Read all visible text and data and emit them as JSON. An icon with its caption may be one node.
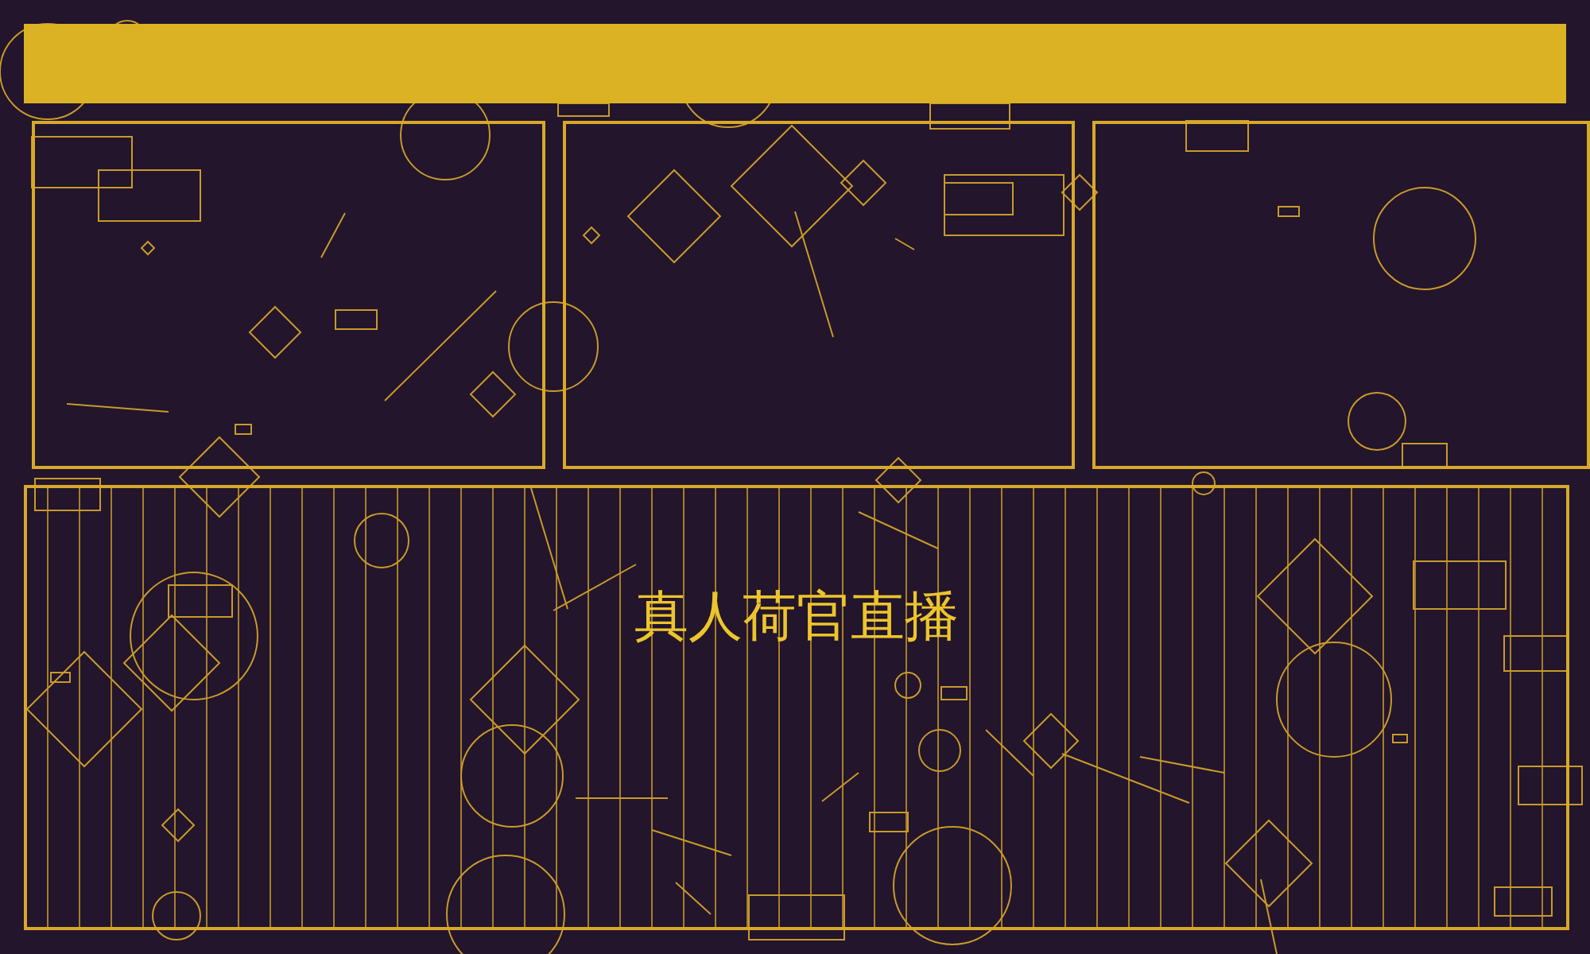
{
  "diagram": {
    "nodes": [
      {
        "text": [],
        "shape": "bar"
      },
      {
        "text": [],
        "shape": "box"
      },
      {
        "text": [],
        "shape": "box"
      },
      {
        "text": [],
        "shape": "box"
      },
      {
        "text": [
          "真人荷官直播"
        ]
      }
    ]
  }
}
